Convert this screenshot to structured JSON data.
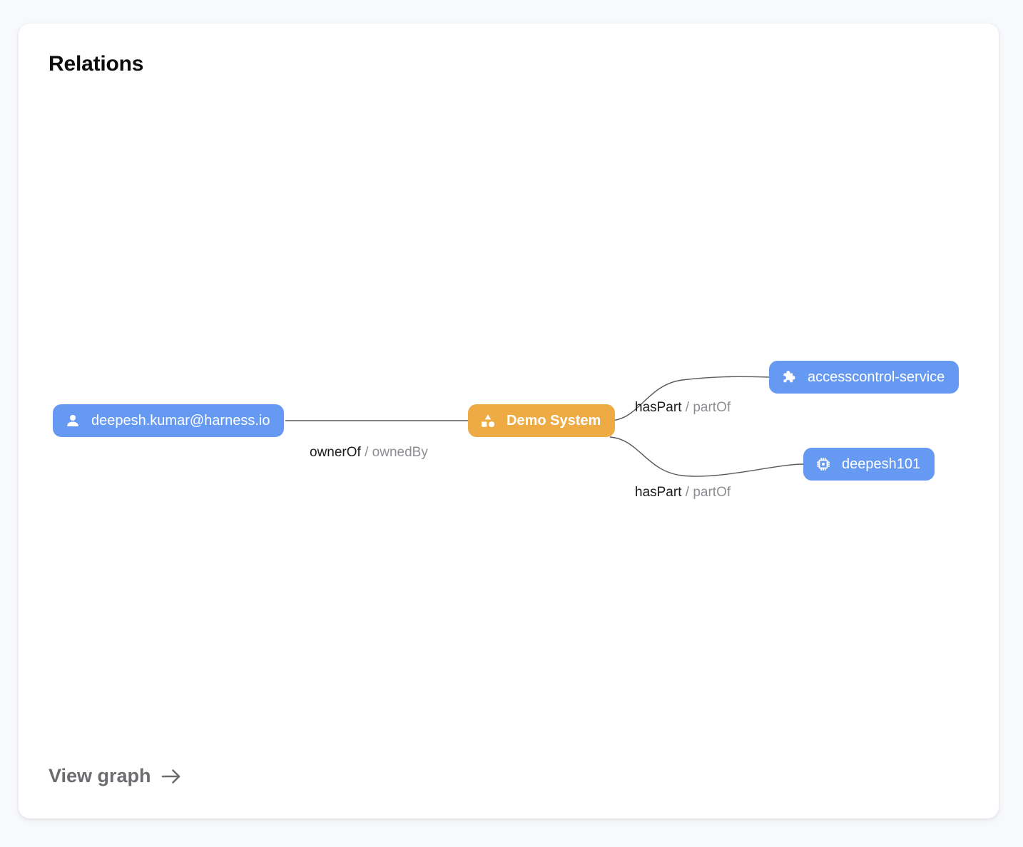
{
  "card": {
    "title": "Relations"
  },
  "graph": {
    "nodes": [
      {
        "id": "user",
        "label": "deepesh.kumar@harness.io",
        "kind": "user",
        "icon": "person-icon",
        "color": "#6699f2"
      },
      {
        "id": "system",
        "label": "Demo System",
        "kind": "system",
        "icon": "shapes-icon",
        "color": "#eeab43"
      },
      {
        "id": "component",
        "label": "accesscontrol-service",
        "kind": "component",
        "icon": "puzzle-icon",
        "color": "#6699f2"
      },
      {
        "id": "resource",
        "label": "deepesh101",
        "kind": "resource",
        "icon": "chip-icon",
        "color": "#6699f2"
      }
    ],
    "edges": [
      {
        "id": "owner",
        "source": "user",
        "target": "system",
        "forward": "ownerOf",
        "separator": "/",
        "reverse": "ownedBy"
      },
      {
        "id": "haspart1",
        "source": "system",
        "target": "component",
        "forward": "hasPart",
        "separator": "/",
        "reverse": "partOf"
      },
      {
        "id": "haspart2",
        "source": "system",
        "target": "resource",
        "forward": "hasPart",
        "separator": "/",
        "reverse": "partOf"
      }
    ],
    "edge_color": "#58595b"
  },
  "footer": {
    "view_graph_label": "View graph",
    "arrow_icon": "arrow-right-icon"
  }
}
